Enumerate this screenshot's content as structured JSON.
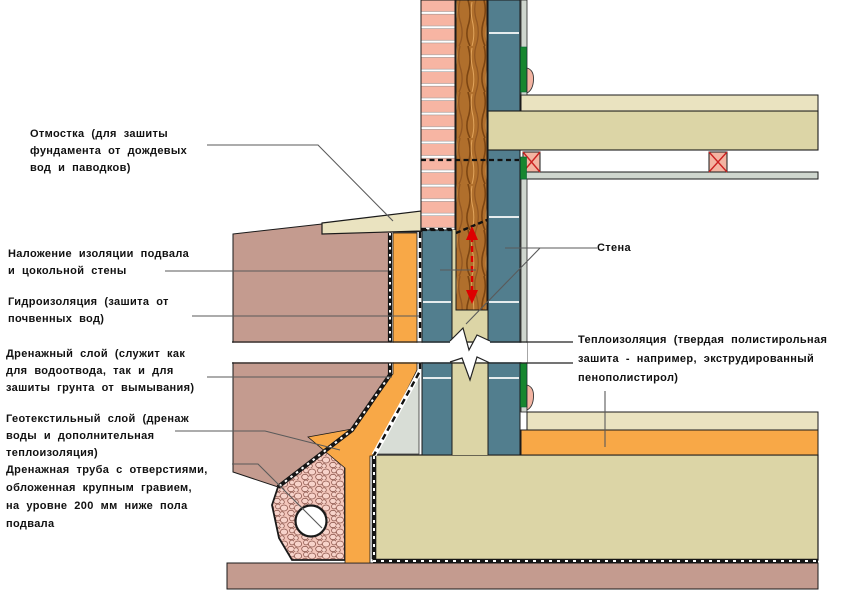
{
  "labels": {
    "otmostka": "Отмостка (для зашиты\nфундамента от дождевых\nвод и паводков)",
    "nalozhenie": "Наложение изоляции подвала\nи цокольной стены",
    "gidroizolyaciya": "Гидроизоляция (зашита от\nпочвенных вод)",
    "drenazhny_sloy": "Дренажный слой (служит как\nдля водоотвода, так и для\nзашиты грунта от вымывания)",
    "geotextil": "Геотекстильный слой (дренаж\nводы и дополнительная\nтеплоизоляция)",
    "drenazhnaya_truba": "Дренажная труба с отверстиями,\nобложенная крупным гравием,\nна уровне 200 мм ниже пола\nподвала",
    "stena": "Стена",
    "teploizolyaciya": "Теплоизоляция (твердая полистирольная\nзашита - например, экструдированный\nпенополистирол)"
  },
  "colors": {
    "text": "#111111",
    "line": "#1a1a1a",
    "leader": "#5a5a5a",
    "soil": "#c49b8f",
    "brick": "#f7b5a3",
    "mortar": "#ffffff",
    "wood": "#b06f2c",
    "wood_dark": "#7c4512",
    "wood_mid": "#935722",
    "wood_light": "#e2a55c",
    "blue": "#527e8e",
    "beige": "#dcd5a6",
    "board": "#eae3c0",
    "orange": "#f8a847",
    "gravel_bg": "#f3c6bb",
    "pebble": "#f7d3ca",
    "pebble_edge": "#8d584e",
    "green": "#17862f",
    "gray_strip": "#cfd6ce",
    "gray_tri": "#d8ddd6",
    "wedge": "#f3b4a2",
    "red": "#dd0000"
  }
}
